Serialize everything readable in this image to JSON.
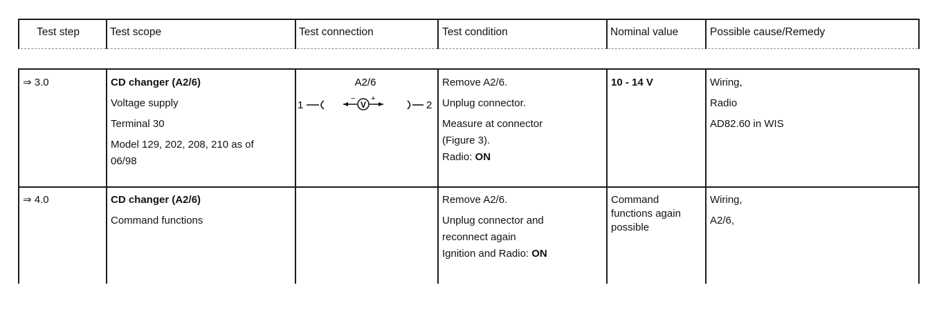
{
  "header": {
    "test_step": "Test step",
    "test_scope": "Test scope",
    "test_connection": "Test connection",
    "test_condition": "Test condition",
    "nominal_value": "Nominal value",
    "possible_cause": "Possible cause/Remedy"
  },
  "rows": [
    {
      "step": "⇒ 3.0",
      "scope_title": "CD changer (A2/6)",
      "scope_lines": [
        "Voltage supply",
        "Terminal 30",
        "Model 129,  202, 208, 210 as of",
        "06/98"
      ],
      "connection": {
        "component": "A2/6",
        "pin_left": "1",
        "pin_right": "2",
        "meter_symbol": "V"
      },
      "condition_lines": [
        "Remove A2/6.",
        "Unplug connector.",
        "Measure at connector",
        "(Figure 3)."
      ],
      "condition_last_prefix": "Radio: ",
      "condition_last_bold": "ON",
      "nominal": "10 - 14 V",
      "cause_lines": [
        "Wiring,",
        "Radio",
        "AD82.60 in WIS"
      ]
    },
    {
      "step": "⇒ 4.0",
      "scope_title": "CD changer (A2/6)",
      "scope_lines": [
        "Command functions"
      ],
      "condition_lines": [
        "Remove A2/6.",
        "Unplug connector and",
        "reconnect again"
      ],
      "condition_last_prefix": "Ignition and Radio: ",
      "condition_last_bold": "ON",
      "nominal_lines": [
        "Command",
        "functions again",
        "possible"
      ],
      "cause_lines": [
        "Wiring,",
        "A2/6,"
      ]
    }
  ]
}
